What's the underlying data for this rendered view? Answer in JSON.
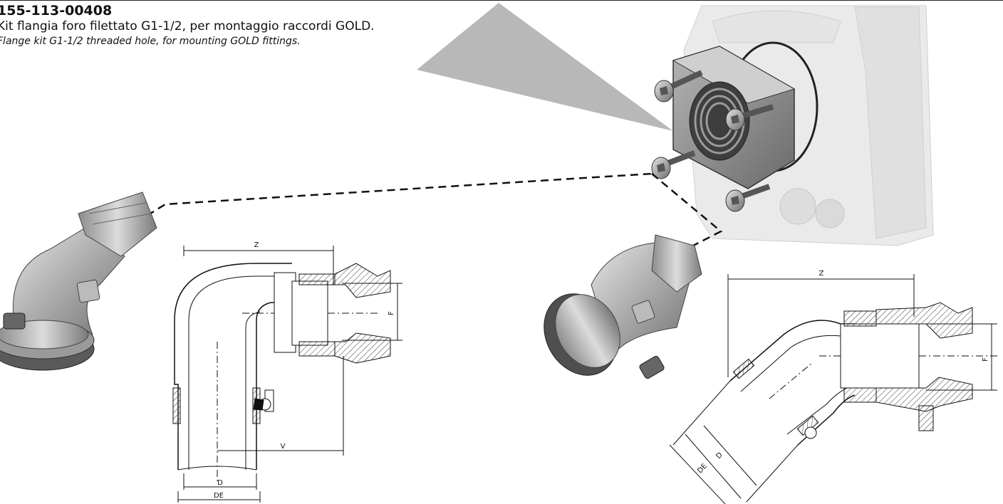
{
  "product": {
    "code": "155-113-00408",
    "description_it": "Kit flangia foro filettato G1-1/2, per montaggio raccordi GOLD.",
    "description_en": "Flange kit G1-1/2 threaded hole, for mounting GOLD fittings."
  },
  "drawing_90": {
    "labels": {
      "z": "Z",
      "f": "F",
      "v": "V",
      "d": "D",
      "de": "DE"
    }
  },
  "drawing_45": {
    "labels": {
      "z": "Z",
      "f": "F",
      "d": "D",
      "de": "DE"
    }
  }
}
